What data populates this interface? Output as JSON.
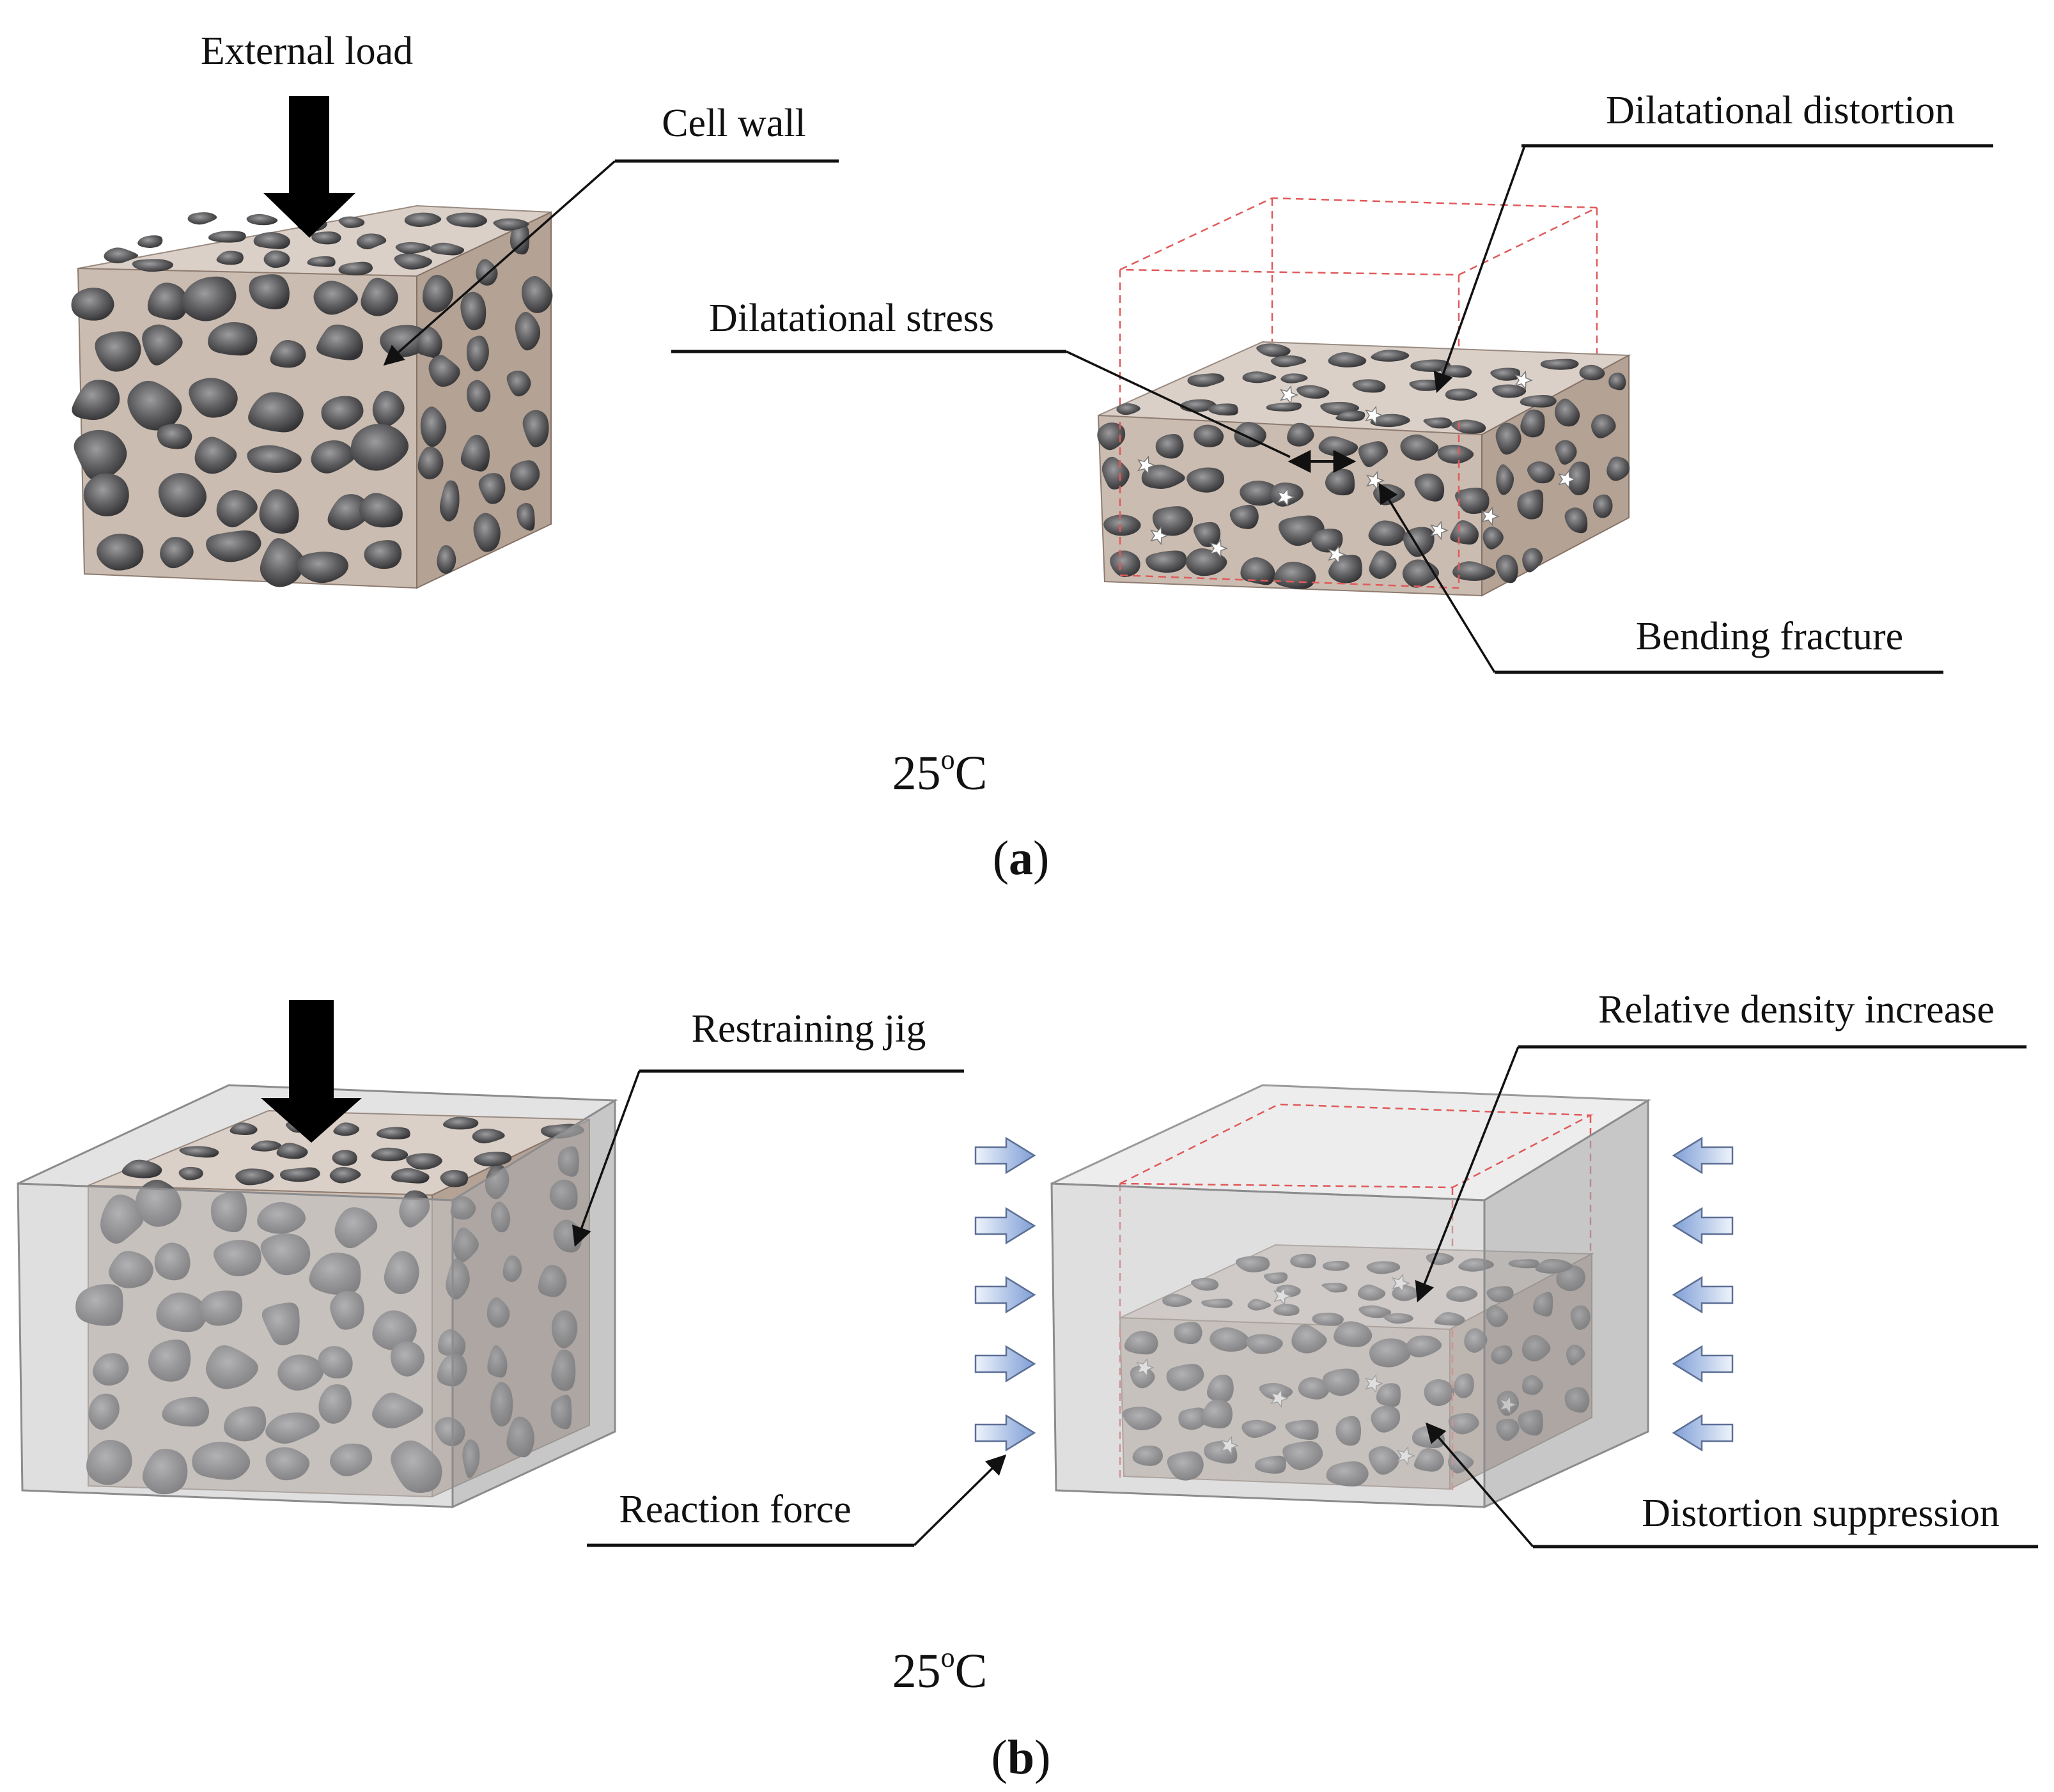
{
  "figure": {
    "panel_a": {
      "labels": {
        "external_load": "External load",
        "cell_wall": "Cell wall",
        "dilatational_distortion": "Dilatational distortion",
        "dilatational_stress": "Dilatational stress",
        "bending_fracture": "Bending fracture"
      },
      "temperature": {
        "value": "25",
        "degree": "o",
        "unit": "C"
      },
      "panel_label": {
        "open": "(",
        "letter": "a",
        "close": ")"
      }
    },
    "panel_b": {
      "labels": {
        "restraining_jig": "Restraining jig",
        "relative_density_increase": "Relative density increase",
        "reaction_force": "Reaction force",
        "distortion_suppression": "Distortion suppression"
      },
      "temperature": {
        "value": "25",
        "degree": "o",
        "unit": "C"
      },
      "panel_label": {
        "open": "(",
        "letter": "b",
        "close": ")"
      }
    },
    "colors": {
      "foam_wall": "#cbbcb1",
      "pore": "#5a5a5c",
      "restraining_jig": "#c4c4c6",
      "load_arrow": "#000000",
      "reaction_arrow": "#a9bfe6",
      "original_outline": "#e05a5a"
    }
  }
}
